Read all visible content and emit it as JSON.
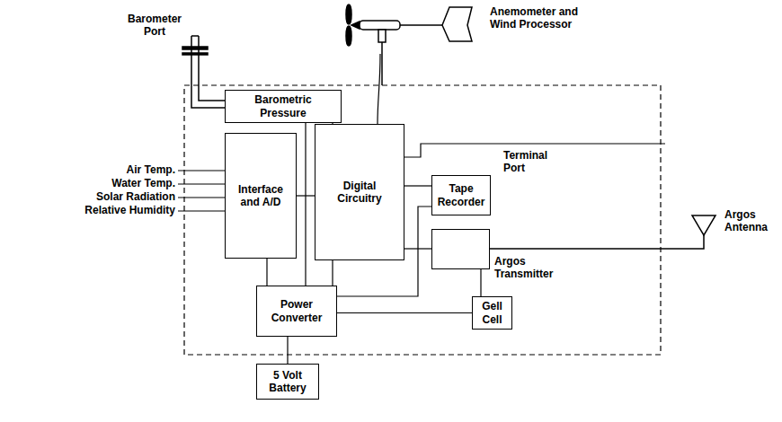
{
  "diagram": {
    "nodes": [
      {
        "text": [
          "Barometric Pressure"
        ]
      },
      {
        "text": [
          "Interface and A/D"
        ]
      },
      {
        "text": [
          "Digital Circuitry"
        ]
      },
      {
        "text": [
          "Tape Recorder"
        ]
      },
      {
        "text": [
          "Argos Transmitter"
        ]
      },
      {
        "text": [
          "Gell Cell"
        ]
      },
      {
        "text": [
          "Power Converter"
        ]
      },
      {
        "text": [
          "5 Volt Battery"
        ]
      }
    ],
    "edges": [
      {
        "from": 0,
        "to": 2,
        "arrow": "none"
      },
      {
        "from": 1,
        "to": 2,
        "arrow": "none"
      },
      {
        "from": 2,
        "to": 3,
        "arrow": "none"
      },
      {
        "from": 2,
        "to": 4,
        "arrow": "none"
      },
      {
        "from": 6,
        "to": 1,
        "arrow": "none"
      },
      {
        "from": 6,
        "to": 0,
        "arrow": "none"
      },
      {
        "from": 6,
        "to": 2,
        "arrow": "none"
      },
      {
        "from": 6,
        "to": 3,
        "arrow": "none"
      },
      {
        "from": 6,
        "to": 5,
        "arrow": "none"
      },
      {
        "from": 5,
        "to": 4,
        "arrow": "none"
      },
      {
        "from": 6,
        "to": 7,
        "arrow": "none"
      }
    ],
    "labels": [
      "Barometer Port",
      "Anemometer and Wind Processor",
      "Terminal Port",
      "Argos Antenna",
      "Air Temp.",
      "Water Temp.",
      "Solar Radiation",
      "Relative Humidity"
    ]
  }
}
